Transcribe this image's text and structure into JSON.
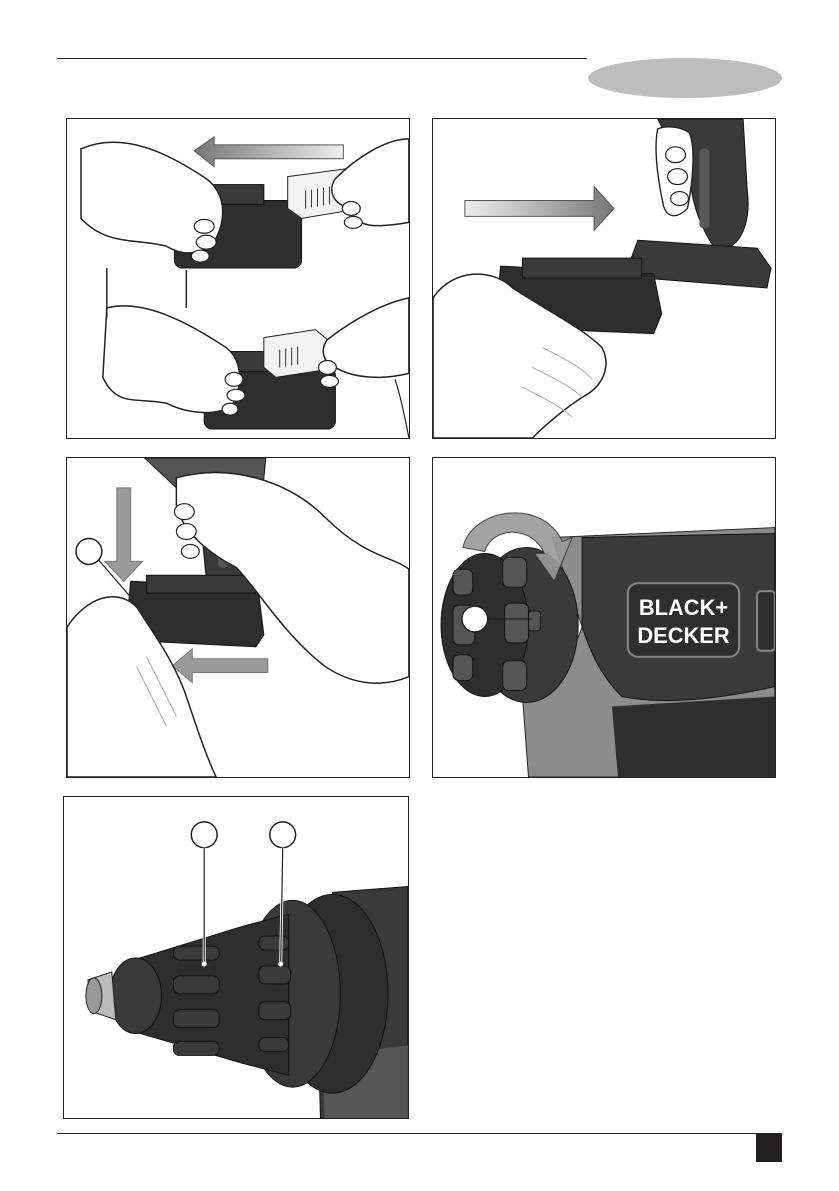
{
  "header": {
    "language_badge": {
      "color": "#bdbdbd",
      "label": ""
    }
  },
  "figures": [
    {
      "id": "A",
      "subject": "battery-charger-insertion",
      "callouts": []
    },
    {
      "id": "B",
      "subject": "battery-insertion-arrow",
      "callouts": []
    },
    {
      "id": "C",
      "subject": "battery-release",
      "callouts": [
        ""
      ]
    },
    {
      "id": "D",
      "subject": "torque-collar-rotation",
      "callouts": [
        ""
      ]
    },
    {
      "id": "E",
      "subject": "keyless-chuck",
      "callouts": [
        "",
        ""
      ]
    }
  ],
  "brand": {
    "logo_line1": "BLACK+",
    "logo_line2": "DECKER"
  },
  "footer": {
    "page_number": ""
  },
  "colors": {
    "ink": "#222222",
    "tool_dark": "#3a3a3a",
    "tool_grey": "#8c8c8c",
    "arrow_grey": "#9a9a9a"
  }
}
